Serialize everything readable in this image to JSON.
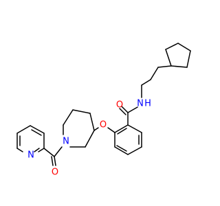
{
  "molecule": {
    "colors": {
      "bond": "#000000",
      "oxygen": "#ff0000",
      "nitrogen": "#0000ff",
      "background": "#ffffff"
    },
    "labels": {
      "amide_o": "O",
      "amide_nh_n": "N",
      "amide_nh_h": "H",
      "ether_o": "O",
      "piperidine_n": "N",
      "carbonyl_o": "O",
      "pyridine_n": "N"
    }
  }
}
